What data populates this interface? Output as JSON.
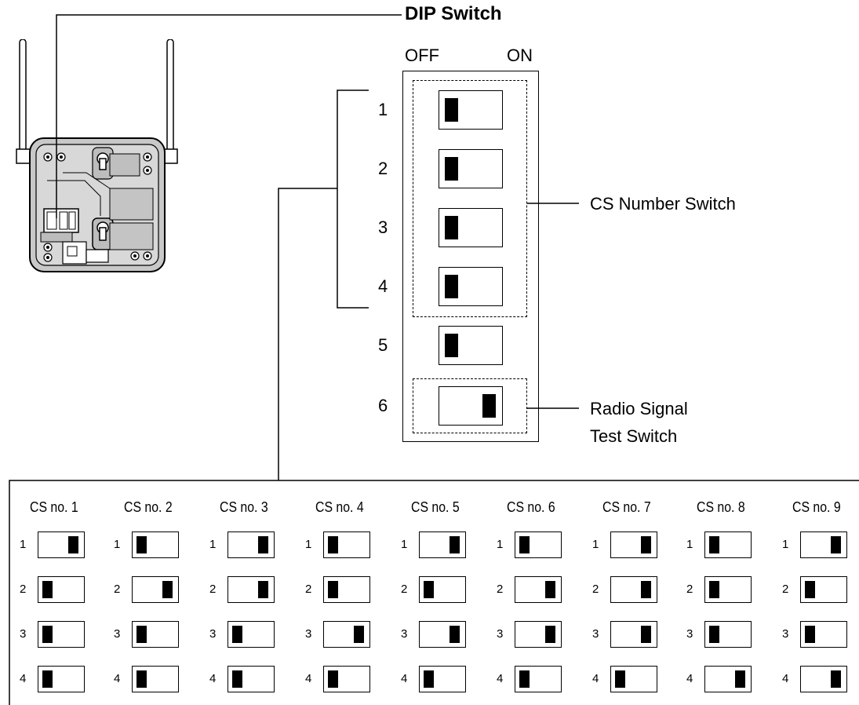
{
  "titles": {
    "dip_switch": "DIP Switch",
    "off": "OFF",
    "on": "ON",
    "cs_number_switch": "CS Number Switch",
    "radio_signal_line1": "Radio Signal",
    "radio_signal_line2": "Test Switch"
  },
  "dip_switches": [
    {
      "num": "1",
      "state": "OFF"
    },
    {
      "num": "2",
      "state": "OFF"
    },
    {
      "num": "3",
      "state": "OFF"
    },
    {
      "num": "4",
      "state": "OFF"
    },
    {
      "num": "5",
      "state": "OFF"
    },
    {
      "num": "6",
      "state": "ON"
    }
  ],
  "cs_table": [
    {
      "label": "CS no. 1",
      "switches": [
        "ON",
        "OFF",
        "OFF",
        "OFF"
      ]
    },
    {
      "label": "CS no. 2",
      "switches": [
        "OFF",
        "ON",
        "OFF",
        "OFF"
      ]
    },
    {
      "label": "CS no. 3",
      "switches": [
        "ON",
        "ON",
        "OFF",
        "OFF"
      ]
    },
    {
      "label": "CS no. 4",
      "switches": [
        "OFF",
        "OFF",
        "ON",
        "OFF"
      ]
    },
    {
      "label": "CS no. 5",
      "switches": [
        "ON",
        "OFF",
        "ON",
        "OFF"
      ]
    },
    {
      "label": "CS no. 6",
      "switches": [
        "OFF",
        "ON",
        "ON",
        "OFF"
      ]
    },
    {
      "label": "CS no. 7",
      "switches": [
        "ON",
        "ON",
        "ON",
        "OFF"
      ]
    },
    {
      "label": "CS no. 8",
      "switches": [
        "OFF",
        "OFF",
        "OFF",
        "ON"
      ]
    },
    {
      "label": "CS no. 9",
      "switches": [
        "ON",
        "OFF",
        "OFF",
        "ON"
      ]
    }
  ],
  "cs_row_numbers": [
    "1",
    "2",
    "3",
    "4"
  ]
}
